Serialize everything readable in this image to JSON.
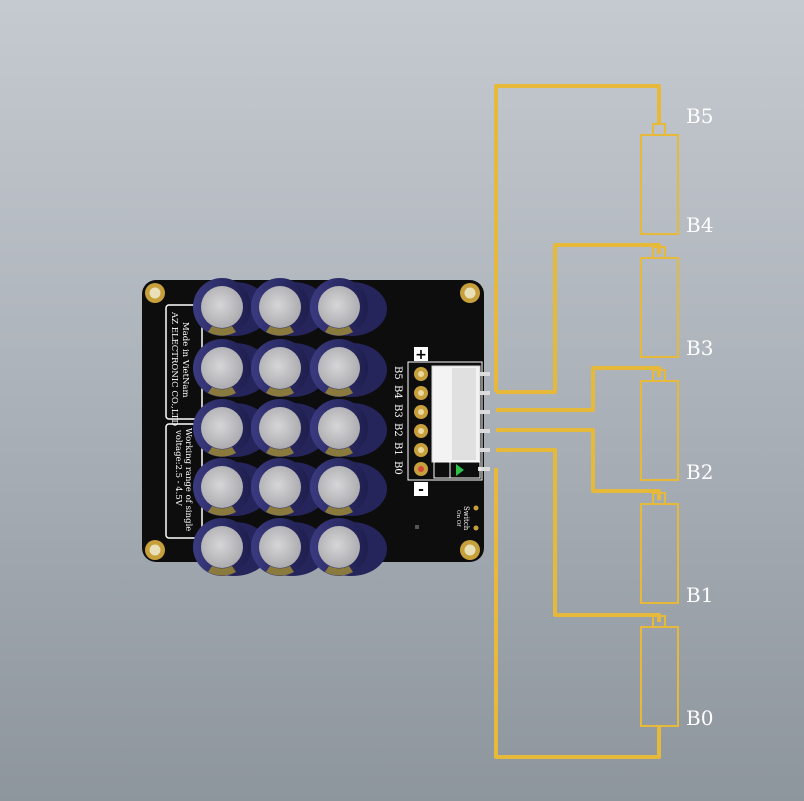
{
  "colors": {
    "wire": "#e6b93a",
    "board": "#0d0d0e",
    "cap_body": "#2c2c6a",
    "cap_top": "#c4c4c6",
    "cap_stripe": "#8a7a3e",
    "pad_gold": "#c7a03c",
    "connector": "#f3f3f3",
    "silk": "#ffffff",
    "indicator_green": "#2ec24a"
  },
  "cells": [
    {
      "label": "B5"
    },
    {
      "label": "B4"
    },
    {
      "label": "B3"
    },
    {
      "label": "B2"
    },
    {
      "label": "B1"
    },
    {
      "label": "B0"
    }
  ],
  "board": {
    "company": "AZ ELECTRONIC CO.,LTD",
    "origin": "Made in VietNam",
    "range_line1": "Working range of single",
    "range_line2": "voltage:2.5 - 4.5V",
    "connector_pins": [
      "B5",
      "B4",
      "B3",
      "B2",
      "B1",
      "B0"
    ],
    "plus_mark": "+",
    "minus_mark": "-",
    "switch_label": "Switch",
    "switch_states": "On Of"
  }
}
